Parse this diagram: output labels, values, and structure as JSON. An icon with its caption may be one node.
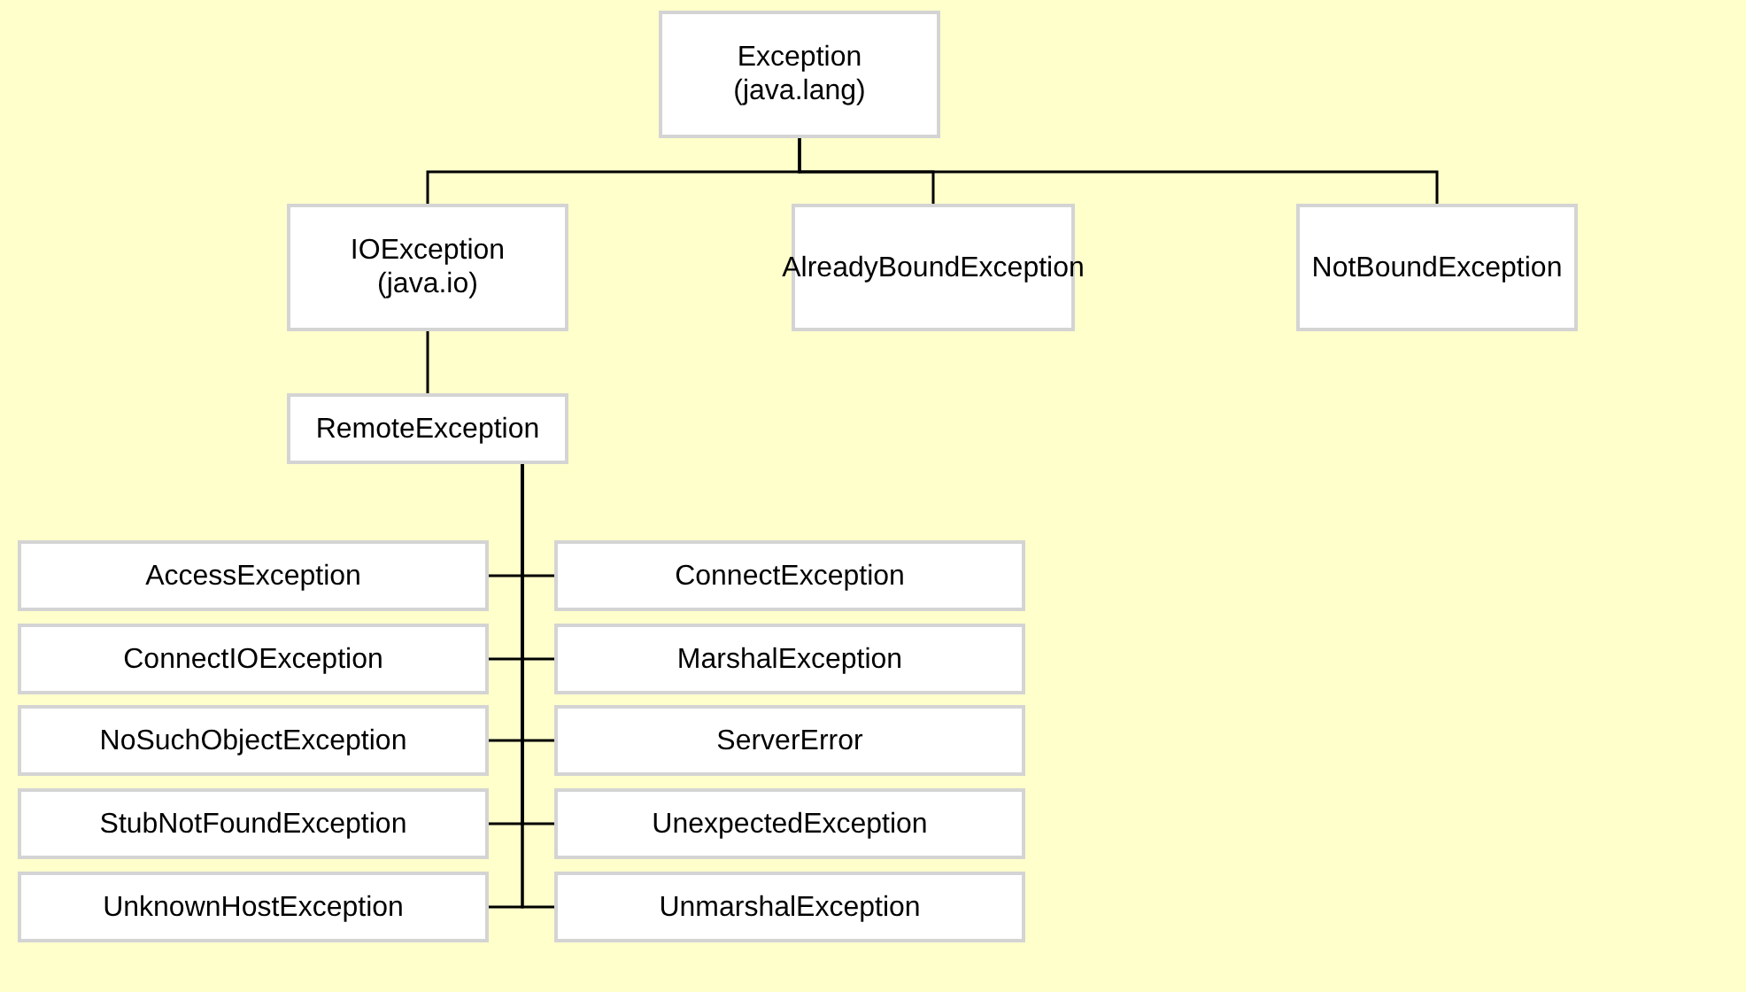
{
  "diagram": {
    "nodes": [
      {
        "text": [
          "Exception",
          "(java.lang)"
        ]
      },
      {
        "text": [
          "IOException",
          "(java.io)"
        ]
      },
      {
        "text": [
          "AlreadyBoundException"
        ]
      },
      {
        "text": [
          "NotBoundException"
        ]
      },
      {
        "text": [
          "RemoteException"
        ]
      },
      {
        "text": [
          "AccessException"
        ]
      },
      {
        "text": [
          "ConnectException"
        ]
      },
      {
        "text": [
          "ConnectIOException"
        ]
      },
      {
        "text": [
          "MarshalException"
        ]
      },
      {
        "text": [
          "NoSuchObjectException"
        ]
      },
      {
        "text": [
          "ServerError"
        ]
      },
      {
        "text": [
          "StubNotFoundException"
        ]
      },
      {
        "text": [
          "UnexpectedException"
        ]
      },
      {
        "text": [
          "UnknownHostException"
        ]
      },
      {
        "text": [
          "UnmarshalException"
        ]
      }
    ],
    "edges": [
      {
        "from": 0,
        "to": 1,
        "arrow": "none"
      },
      {
        "from": 0,
        "to": 2,
        "arrow": "none"
      },
      {
        "from": 0,
        "to": 3,
        "arrow": "none"
      },
      {
        "from": 1,
        "to": 4,
        "arrow": "none"
      },
      {
        "from": 4,
        "to": 5,
        "arrow": "none"
      },
      {
        "from": 4,
        "to": 6,
        "arrow": "none"
      },
      {
        "from": 4,
        "to": 7,
        "arrow": "none"
      },
      {
        "from": 4,
        "to": 8,
        "arrow": "none"
      },
      {
        "from": 4,
        "to": 9,
        "arrow": "none"
      },
      {
        "from": 4,
        "to": 10,
        "arrow": "none"
      },
      {
        "from": 4,
        "to": 11,
        "arrow": "none"
      },
      {
        "from": 4,
        "to": 12,
        "arrow": "none"
      },
      {
        "from": 4,
        "to": 13,
        "arrow": "none"
      },
      {
        "from": 4,
        "to": 14,
        "arrow": "none"
      }
    ]
  }
}
